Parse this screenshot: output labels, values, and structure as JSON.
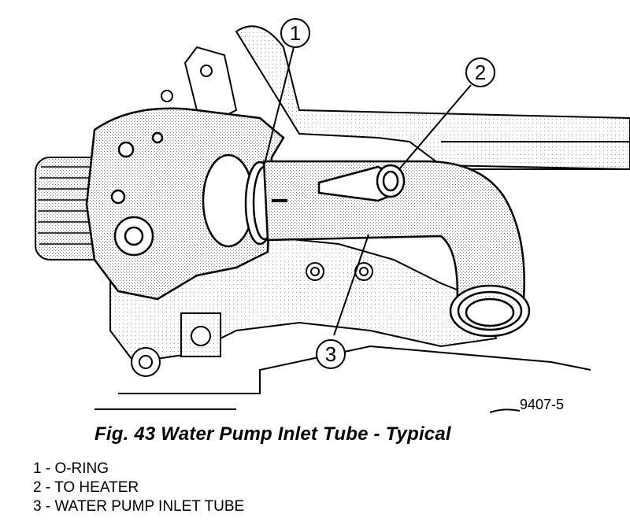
{
  "figure": {
    "caption": "Fig. 43 Water Pump Inlet Tube - Typical",
    "drawing_number": "9407-5"
  },
  "callouts": [
    {
      "number": "1"
    },
    {
      "number": "2"
    },
    {
      "number": "3"
    }
  ],
  "legend": [
    {
      "text": "1 - O-RING"
    },
    {
      "text": "2 - TO HEATER"
    },
    {
      "text": "3 - WATER PUMP INLET TUBE"
    }
  ]
}
